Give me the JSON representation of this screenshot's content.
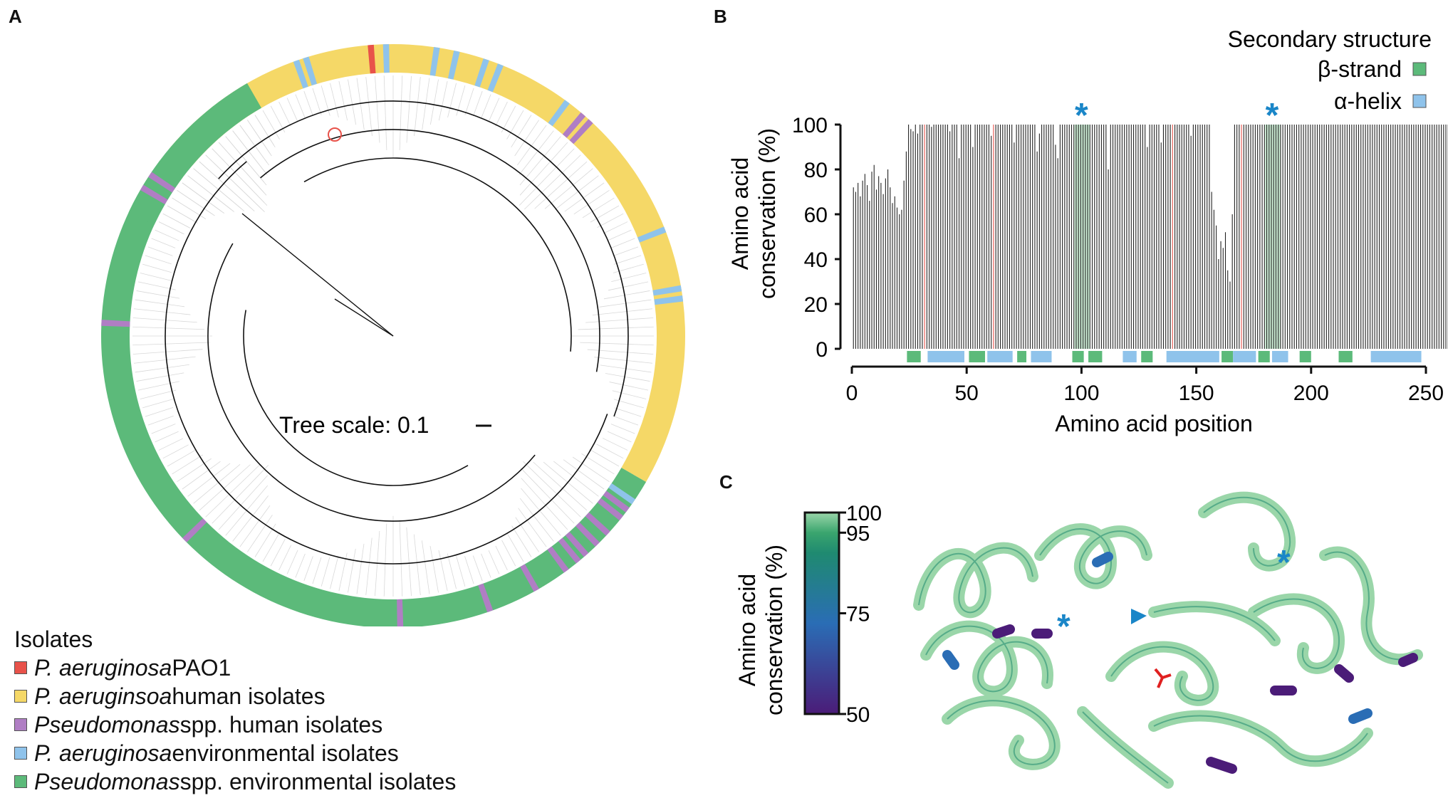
{
  "panels": {
    "a": "A",
    "b": "B",
    "c": "C"
  },
  "panelA": {
    "tree_scale_label": "Tree scale: 0.1",
    "legend_title": "Isolates",
    "legend": [
      {
        "italic": "P. aeruginosa",
        "rest": " PAO1",
        "color": "#e8524a"
      },
      {
        "italic": "P. aeruginsoa",
        "rest": " human isolates",
        "color": "#f5d867"
      },
      {
        "italic": "Pseudomonas",
        "rest": " spp. human isolates",
        "color": "#b07ec4"
      },
      {
        "italic": "P. aeruginosa",
        "rest": " environmental isolates",
        "color": "#8fc3eb"
      },
      {
        "italic": "Pseudomonas",
        "rest": " spp. environmental isolates",
        "color": "#5cba7a"
      }
    ]
  },
  "chart_data": [
    {
      "type": "bar",
      "panel": "B",
      "ylabel": "Amino acid conservation (%)",
      "xlabel": "Amino acid position",
      "xlim": [
        0,
        250
      ],
      "ylim": [
        0,
        100
      ],
      "xticks": [
        "0",
        "50",
        "100",
        "150",
        "200",
        "250"
      ],
      "yticks": [
        "0",
        "20",
        "40",
        "60",
        "80",
        "100"
      ],
      "legend_title": "Secondary structure",
      "legend": [
        {
          "label": "β-strand",
          "color": "#5cba7a"
        },
        {
          "label": "α-helix",
          "color": "#8fc3eb"
        }
      ],
      "star_label": "*",
      "star_positions": [
        100,
        183
      ],
      "highlight_positions": [
        100,
        183
      ],
      "red_positions": [
        32,
        62,
        140,
        170
      ],
      "beta_strands": [
        [
          24,
          30
        ],
        [
          51,
          58
        ],
        [
          72,
          76
        ],
        [
          96,
          101
        ],
        [
          103,
          109
        ],
        [
          126,
          131
        ],
        [
          161,
          166
        ],
        [
          177,
          182
        ],
        [
          195,
          200
        ],
        [
          212,
          218
        ]
      ],
      "alpha_helices": [
        [
          33,
          49
        ],
        [
          59,
          70
        ],
        [
          78,
          87
        ],
        [
          118,
          124
        ],
        [
          137,
          160
        ],
        [
          166,
          176
        ],
        [
          183,
          190
        ],
        [
          226,
          248
        ]
      ],
      "conservation": [
        72,
        70,
        74,
        68,
        75,
        78,
        73,
        66,
        79,
        82,
        71,
        77,
        74,
        69,
        76,
        80,
        72,
        65,
        68,
        63,
        60,
        62,
        75,
        88,
        100,
        98,
        97,
        100,
        96,
        100,
        100,
        100,
        100,
        100,
        99,
        100,
        100,
        100,
        100,
        100,
        100,
        100,
        97,
        100,
        100,
        100,
        85,
        100,
        100,
        100,
        100,
        100,
        90,
        100,
        100,
        100,
        100,
        100,
        100,
        100,
        95,
        100,
        100,
        100,
        100,
        100,
        100,
        100,
        100,
        100,
        92,
        100,
        100,
        100,
        100,
        100,
        100,
        100,
        100,
        100,
        88,
        96,
        100,
        100,
        100,
        100,
        100,
        100,
        91,
        85,
        100,
        100,
        100,
        100,
        100,
        100,
        100,
        100,
        100,
        100,
        100,
        100,
        100,
        100,
        100,
        100,
        100,
        100,
        100,
        100,
        100,
        80,
        100,
        100,
        100,
        100,
        100,
        100,
        100,
        100,
        100,
        100,
        100,
        100,
        100,
        100,
        100,
        100,
        90,
        100,
        100,
        100,
        100,
        100,
        92,
        100,
        100,
        100,
        100,
        100,
        100,
        100,
        100,
        100,
        100,
        100,
        100,
        95,
        100,
        100,
        100,
        100,
        100,
        100,
        100,
        100,
        70,
        62,
        55,
        40,
        48,
        45,
        52,
        35,
        30,
        60,
        100,
        100,
        100,
        100,
        100,
        100,
        100,
        100,
        100,
        100,
        100,
        100,
        100,
        100,
        100,
        100,
        100,
        100,
        100,
        100,
        100,
        100,
        100,
        100,
        100,
        100,
        100,
        100,
        100,
        100,
        100,
        100,
        100,
        100,
        100,
        100,
        100,
        100,
        100,
        100,
        100,
        100,
        100,
        100,
        100,
        100,
        100,
        100,
        100,
        100,
        100,
        100,
        100,
        100,
        100,
        100,
        100,
        100,
        100,
        100,
        100,
        100,
        100,
        100,
        100,
        100,
        100,
        100,
        100,
        100,
        100,
        100,
        100,
        100,
        100,
        100,
        100,
        100,
        100,
        100,
        100,
        100,
        100,
        100,
        100,
        100,
        100,
        100,
        100,
        100,
        100,
        100,
        100,
        100
      ]
    },
    {
      "type": "colorbar",
      "panel": "C",
      "ylabel": "Amino acid conservation (%)",
      "ticks": [
        "100",
        "95",
        "75",
        "50"
      ],
      "tick_values": [
        100,
        95,
        75,
        50
      ],
      "range": [
        50,
        100
      ],
      "colors": [
        "#4b1c78",
        "#2a6db5",
        "#1f8a70",
        "#3aa56e",
        "#9ad6a9"
      ],
      "star_label": "*"
    }
  ]
}
